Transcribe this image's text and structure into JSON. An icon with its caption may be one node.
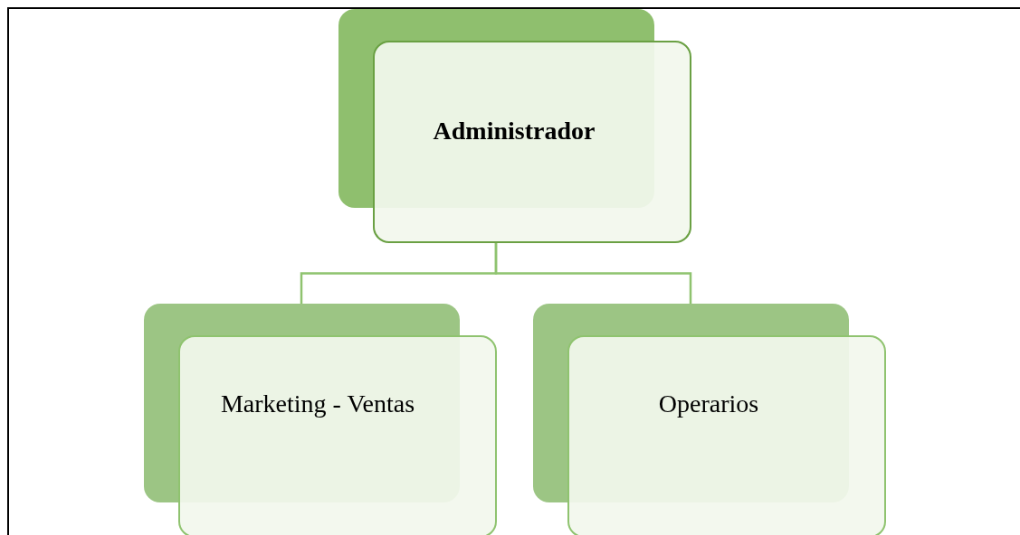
{
  "diagram": {
    "nodes": [
      {
        "text": [
          "Administrador"
        ]
      },
      {
        "text": [
          "Marketing - Ventas"
        ]
      },
      {
        "text": [
          "Operarios"
        ]
      }
    ],
    "edges": [
      {
        "from": 0,
        "to": 1,
        "arrow": "none"
      },
      {
        "from": 0,
        "to": 2,
        "arrow": "none"
      }
    ]
  }
}
